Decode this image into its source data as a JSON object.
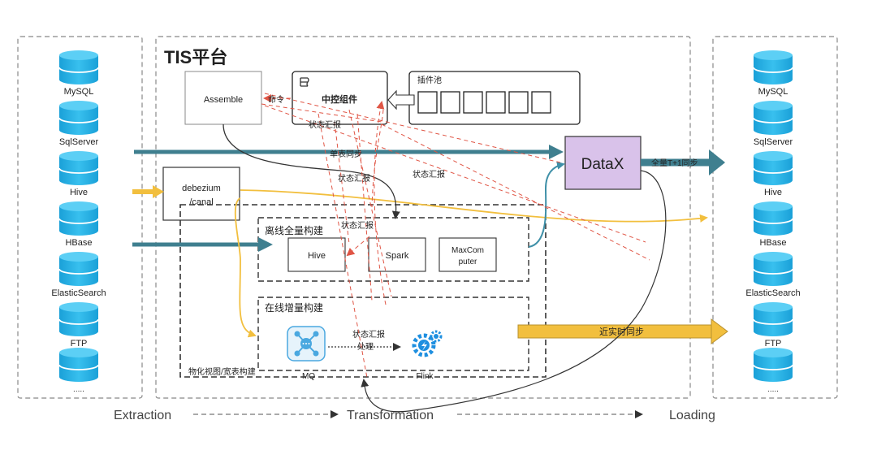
{
  "platform": {
    "title": "TIS平台"
  },
  "sources": {
    "items": [
      "MySQL",
      "SqlServer",
      "Hive",
      "HBase",
      "ElasticSearch",
      "FTP"
    ],
    "ellipsis": "....."
  },
  "targets": {
    "items": [
      "MySQL",
      "SqlServer",
      "Hive",
      "HBase",
      "ElasticSearch",
      "FTP"
    ],
    "ellipsis": "....."
  },
  "components": {
    "assemble": "Assemble",
    "controller": "中控组件",
    "plugin_pool": "插件池",
    "plugin_slot_count": 6,
    "datax": "DataX",
    "debezium_line1": "debezium",
    "debezium_line2": "/canal",
    "offline_build": "离线全量构建",
    "hive": "Hive",
    "spark": "Spark",
    "maxcompute_line1": "MaxCom",
    "maxcompute_line2": "puter",
    "online_build": "在线增量构建",
    "mq": "MQ",
    "flink": "Flink",
    "materialized_view": "物化视图/宽表构建"
  },
  "labels": {
    "command": "命令",
    "status_report": "状态汇报",
    "single_table_sync": "单表同步",
    "full_t1_sync": "全量T+1同步",
    "realtime_sync": "近实时同步",
    "process": "处理"
  },
  "phases": {
    "extraction": "Extraction",
    "transformation": "Transformation",
    "loading": "Loading"
  },
  "colors": {
    "teal_arrow": "#3f7f8f",
    "yellow_arrow": "#f2bf3e",
    "red_dashed": "#e05545",
    "db_blue": "#2ab0e0",
    "datax_fill": "#d9c2ea",
    "flink_blue": "#1e8fe0",
    "mq_blue": "#4aa8e0"
  }
}
